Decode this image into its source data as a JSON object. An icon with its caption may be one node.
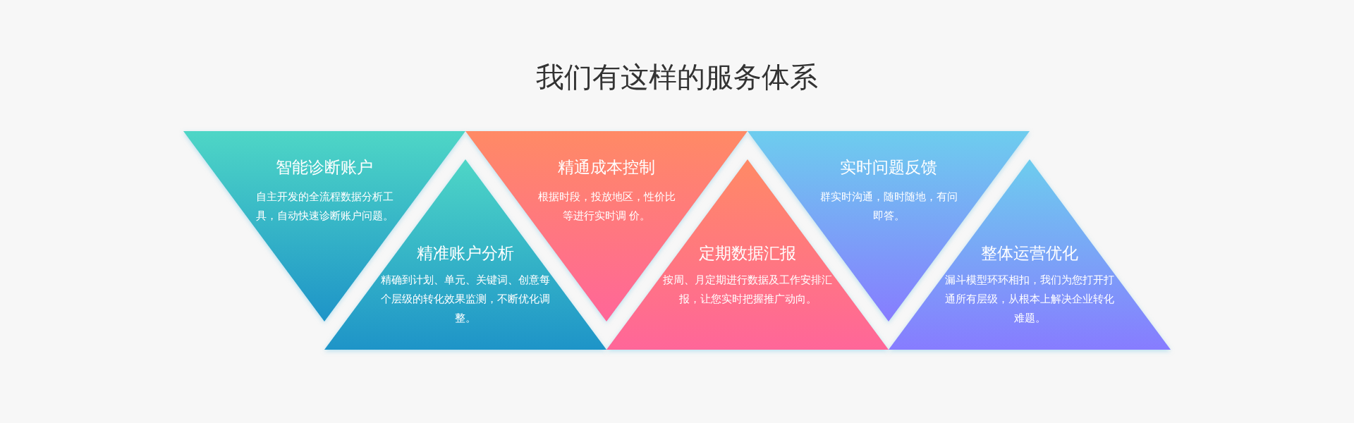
{
  "diagram": {
    "title": "我们有这样的服务体系",
    "nodes": [
      {
        "text": [
          "智能诊断账户",
          "自主开发的全流程数据分析工具，自动快速诊断账户问题。"
        ]
      },
      {
        "text": [
          "精准账户分析",
          "精确到计划、单元、关键词、创意每个层级的转化效果监测，不断优化调整。"
        ]
      },
      {
        "text": [
          "精通成本控制",
          "根据时段，投放地区，性价比等进行实时调 价。"
        ]
      },
      {
        "text": [
          "定期数据汇报",
          "按周、月定期进行数据及工作安排汇报，让您实时把握推广动向。"
        ]
      },
      {
        "text": [
          "实时问题反馈",
          "群实时沟通，随时随地，有问即答。"
        ]
      },
      {
        "text": [
          "整体运营优化",
          "漏斗模型环环相扣，我们为您打开打通所有层级，从根本上解决企业转化难题。"
        ]
      }
    ],
    "edges": []
  }
}
